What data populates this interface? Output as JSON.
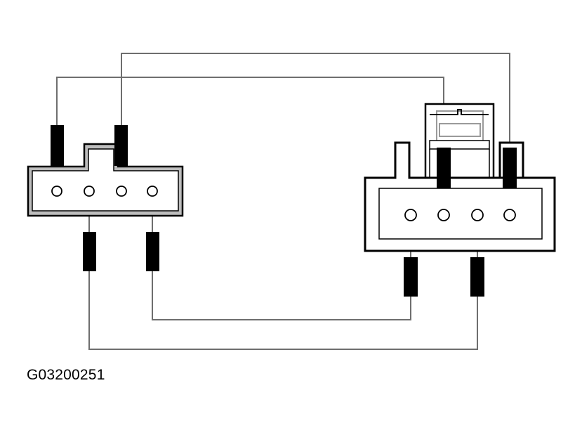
{
  "figure_id": "G03200251",
  "colors": {
    "background": "#ffffff",
    "ink": "#000000",
    "wire": "#6e6e6e",
    "housing_shadow": "#bdbdbd"
  },
  "connectors": [
    {
      "name": "left-connector",
      "pins": 4
    },
    {
      "name": "right-connector",
      "pins": 4
    }
  ],
  "wires": [
    {
      "name": "wire-outer-top"
    },
    {
      "name": "wire-inner-top"
    },
    {
      "name": "wire-lower-inner"
    },
    {
      "name": "wire-lower-outer"
    }
  ]
}
